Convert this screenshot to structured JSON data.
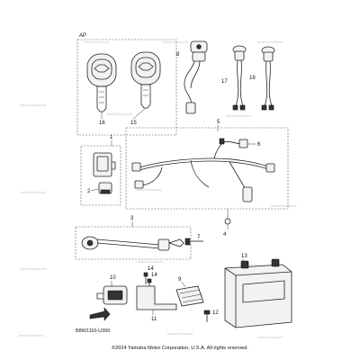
{
  "group_label": "AP",
  "parts": [
    {
      "id": "key-15",
      "label": "15"
    },
    {
      "id": "key-16",
      "label": "16"
    },
    {
      "id": "part-8",
      "label": "8"
    },
    {
      "id": "part-17",
      "label": "17"
    },
    {
      "id": "part-18",
      "label": "18"
    },
    {
      "id": "part-5",
      "label": "5"
    },
    {
      "id": "part-6",
      "label": "6"
    },
    {
      "id": "part-1",
      "label": "1"
    },
    {
      "id": "part-2",
      "label": "2"
    },
    {
      "id": "part-3",
      "label": "3"
    },
    {
      "id": "part-4",
      "label": "4"
    },
    {
      "id": "part-7",
      "label": "7"
    },
    {
      "id": "part-13",
      "label": "13"
    },
    {
      "id": "part-10",
      "label": "10"
    },
    {
      "id": "part-14a",
      "label": "14"
    },
    {
      "id": "part-14b",
      "label": "14"
    },
    {
      "id": "part-9",
      "label": "9"
    },
    {
      "id": "part-12",
      "label": "12"
    },
    {
      "id": "part-11",
      "label": "11"
    }
  ],
  "diagram_code": "B8W1110-U350",
  "footer": "©2024 Yamaha Motor Corporation, U.S.A. All rights reserved.",
  "colors": {
    "line": "#222222",
    "background": "#ffffff",
    "watermark": "#c9c9c9"
  }
}
